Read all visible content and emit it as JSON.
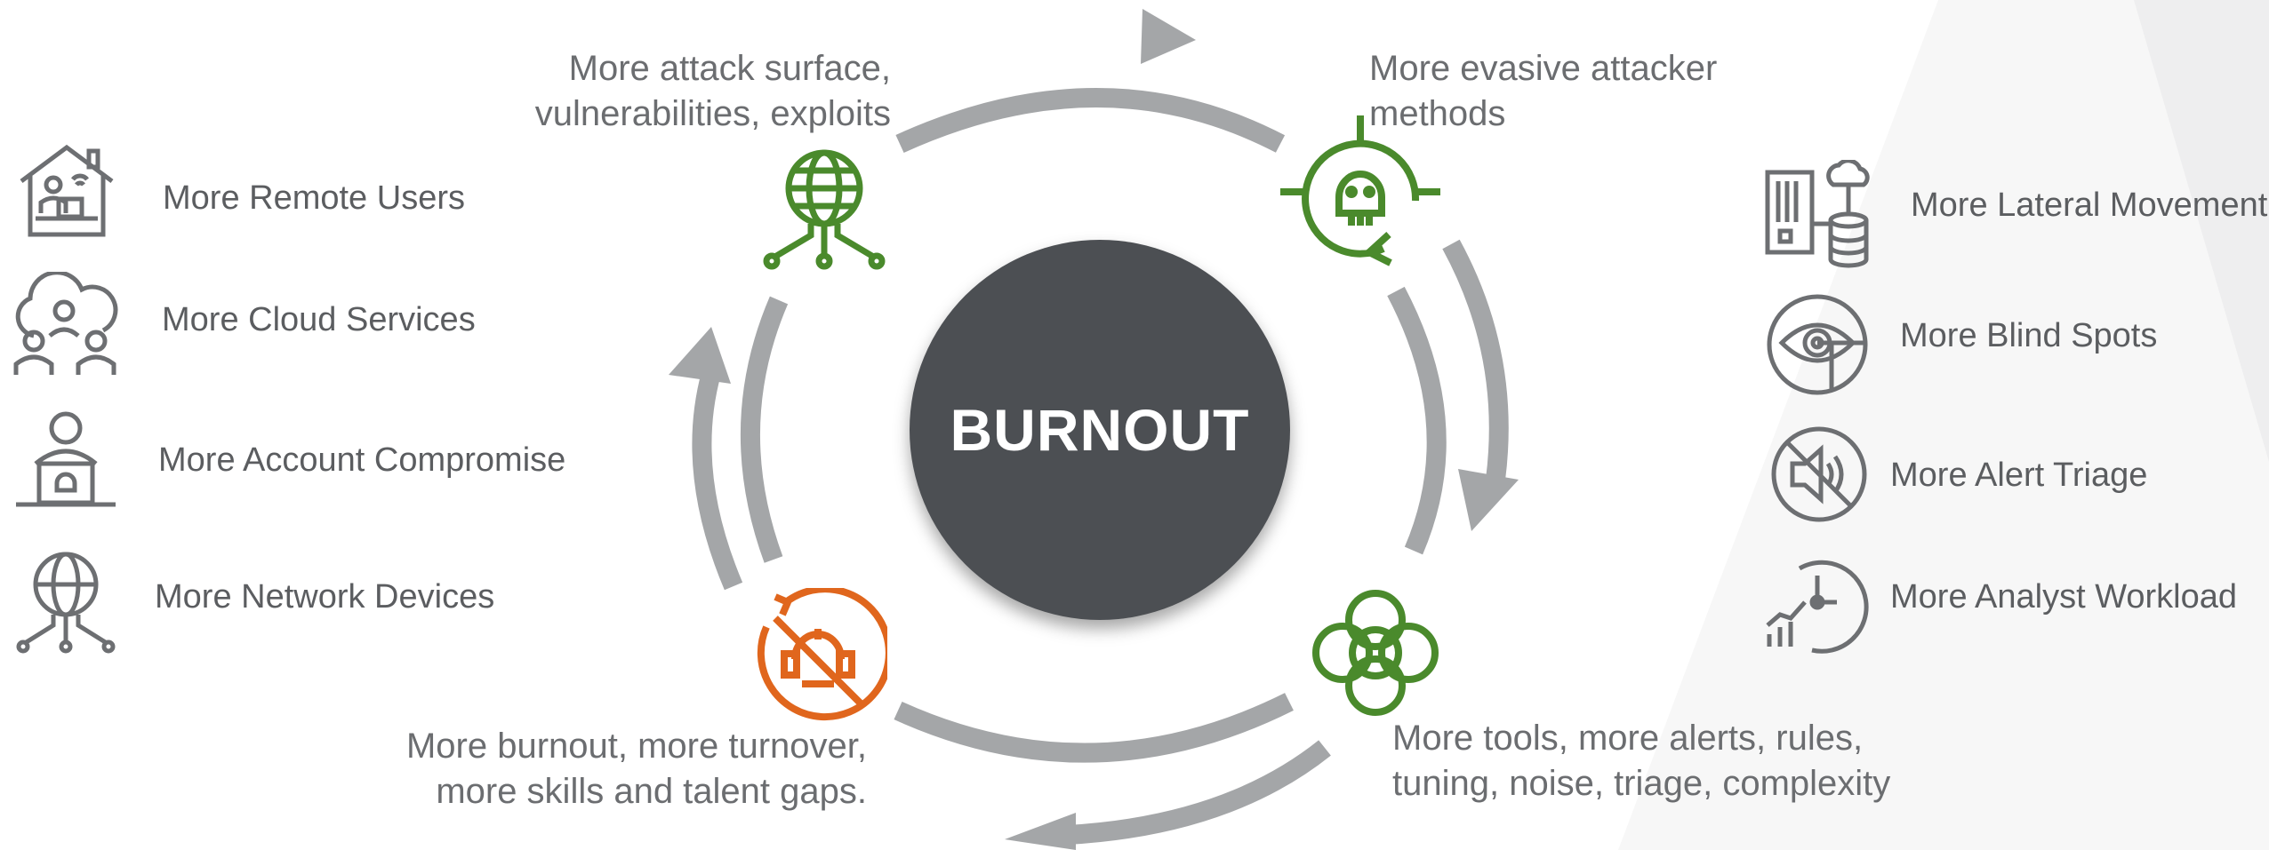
{
  "center": {
    "label": "BURNOUT"
  },
  "cycle": {
    "top_left": [
      "More attack surface,",
      "vulnerabilities, exploits"
    ],
    "top_right": [
      "More evasive attacker",
      "methods"
    ],
    "bottom_right": [
      "More tools, more alerts, rules,",
      "tuning, noise, triage, complexity"
    ],
    "bottom_left": [
      "More burnout, more turnover,",
      "more skills and talent gaps."
    ]
  },
  "left_list": [
    {
      "label": "More Remote Users",
      "icon": "remote-user-home-icon"
    },
    {
      "label": "More Cloud Services",
      "icon": "cloud-users-icon"
    },
    {
      "label": "More Account Compromise",
      "icon": "account-compromise-icon"
    },
    {
      "label": "More Network Devices",
      "icon": "network-globe-icon"
    }
  ],
  "right_list": [
    {
      "label": "More Lateral Movement",
      "icon": "server-cloud-database-icon"
    },
    {
      "label": "More Blind Spots",
      "icon": "blind-spot-eye-icon"
    },
    {
      "label": "More Alert Triage",
      "icon": "muted-speaker-icon"
    },
    {
      "label": "More Analyst Workload",
      "icon": "workload-clock-chart-icon"
    }
  ],
  "colors": {
    "arrow": "#a4a6a8",
    "accent_green": "#4a8a2c",
    "accent_orange": "#e0661d",
    "center": "#4c4f53",
    "icon_gray": "#6d6f72"
  }
}
